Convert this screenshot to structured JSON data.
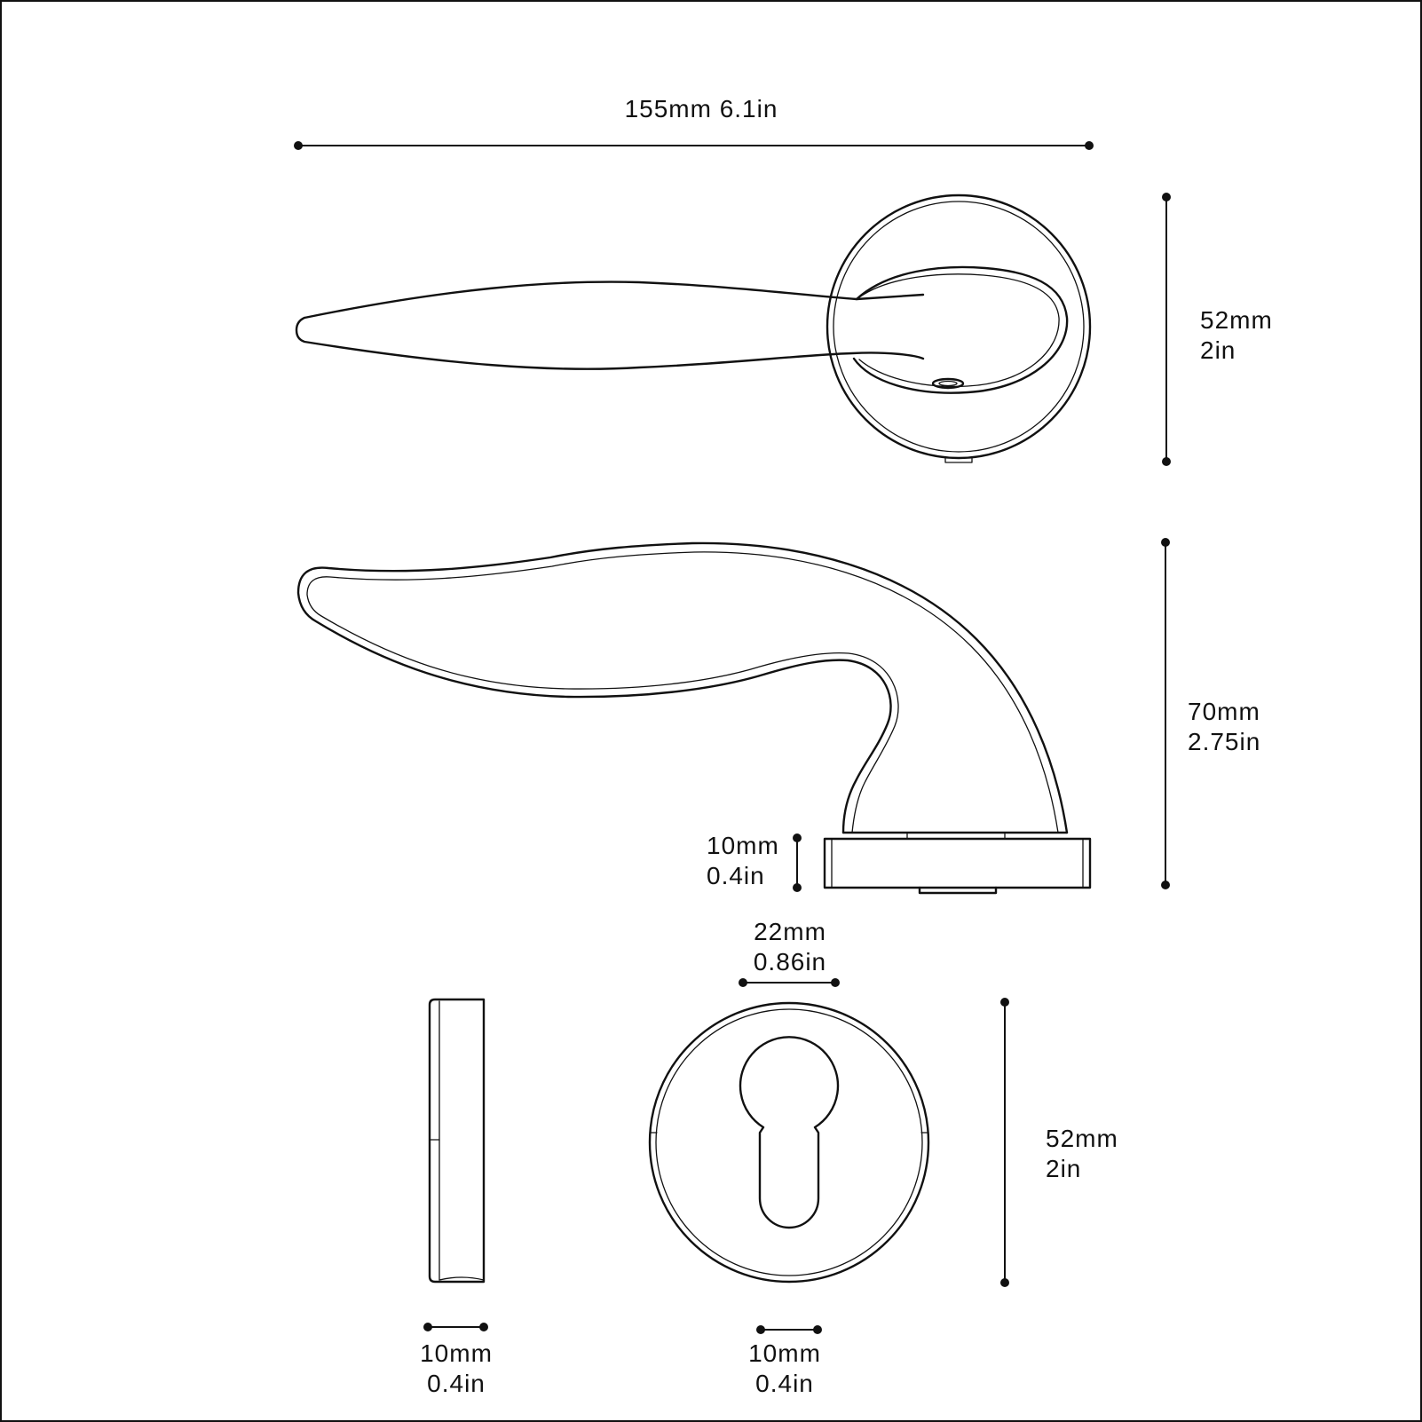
{
  "dimensions": {
    "overall_length": {
      "label": "155mm 6.1in"
    },
    "top_rose_diameter": {
      "mm": "52mm",
      "in": "2in"
    },
    "handle_height": {
      "mm": "70mm",
      "in": "2.75in"
    },
    "rose_thickness": {
      "mm": "10mm",
      "in": "0.4in"
    },
    "keyhole_width": {
      "mm": "22mm",
      "in": "0.86in"
    },
    "escutcheon_diameter": {
      "mm": "52mm",
      "in": "2in"
    },
    "escutcheon_side_thickness": {
      "mm": "10mm",
      "in": "0.4in"
    },
    "keyhole_slot_width": {
      "mm": "10mm",
      "in": "0.4in"
    }
  }
}
